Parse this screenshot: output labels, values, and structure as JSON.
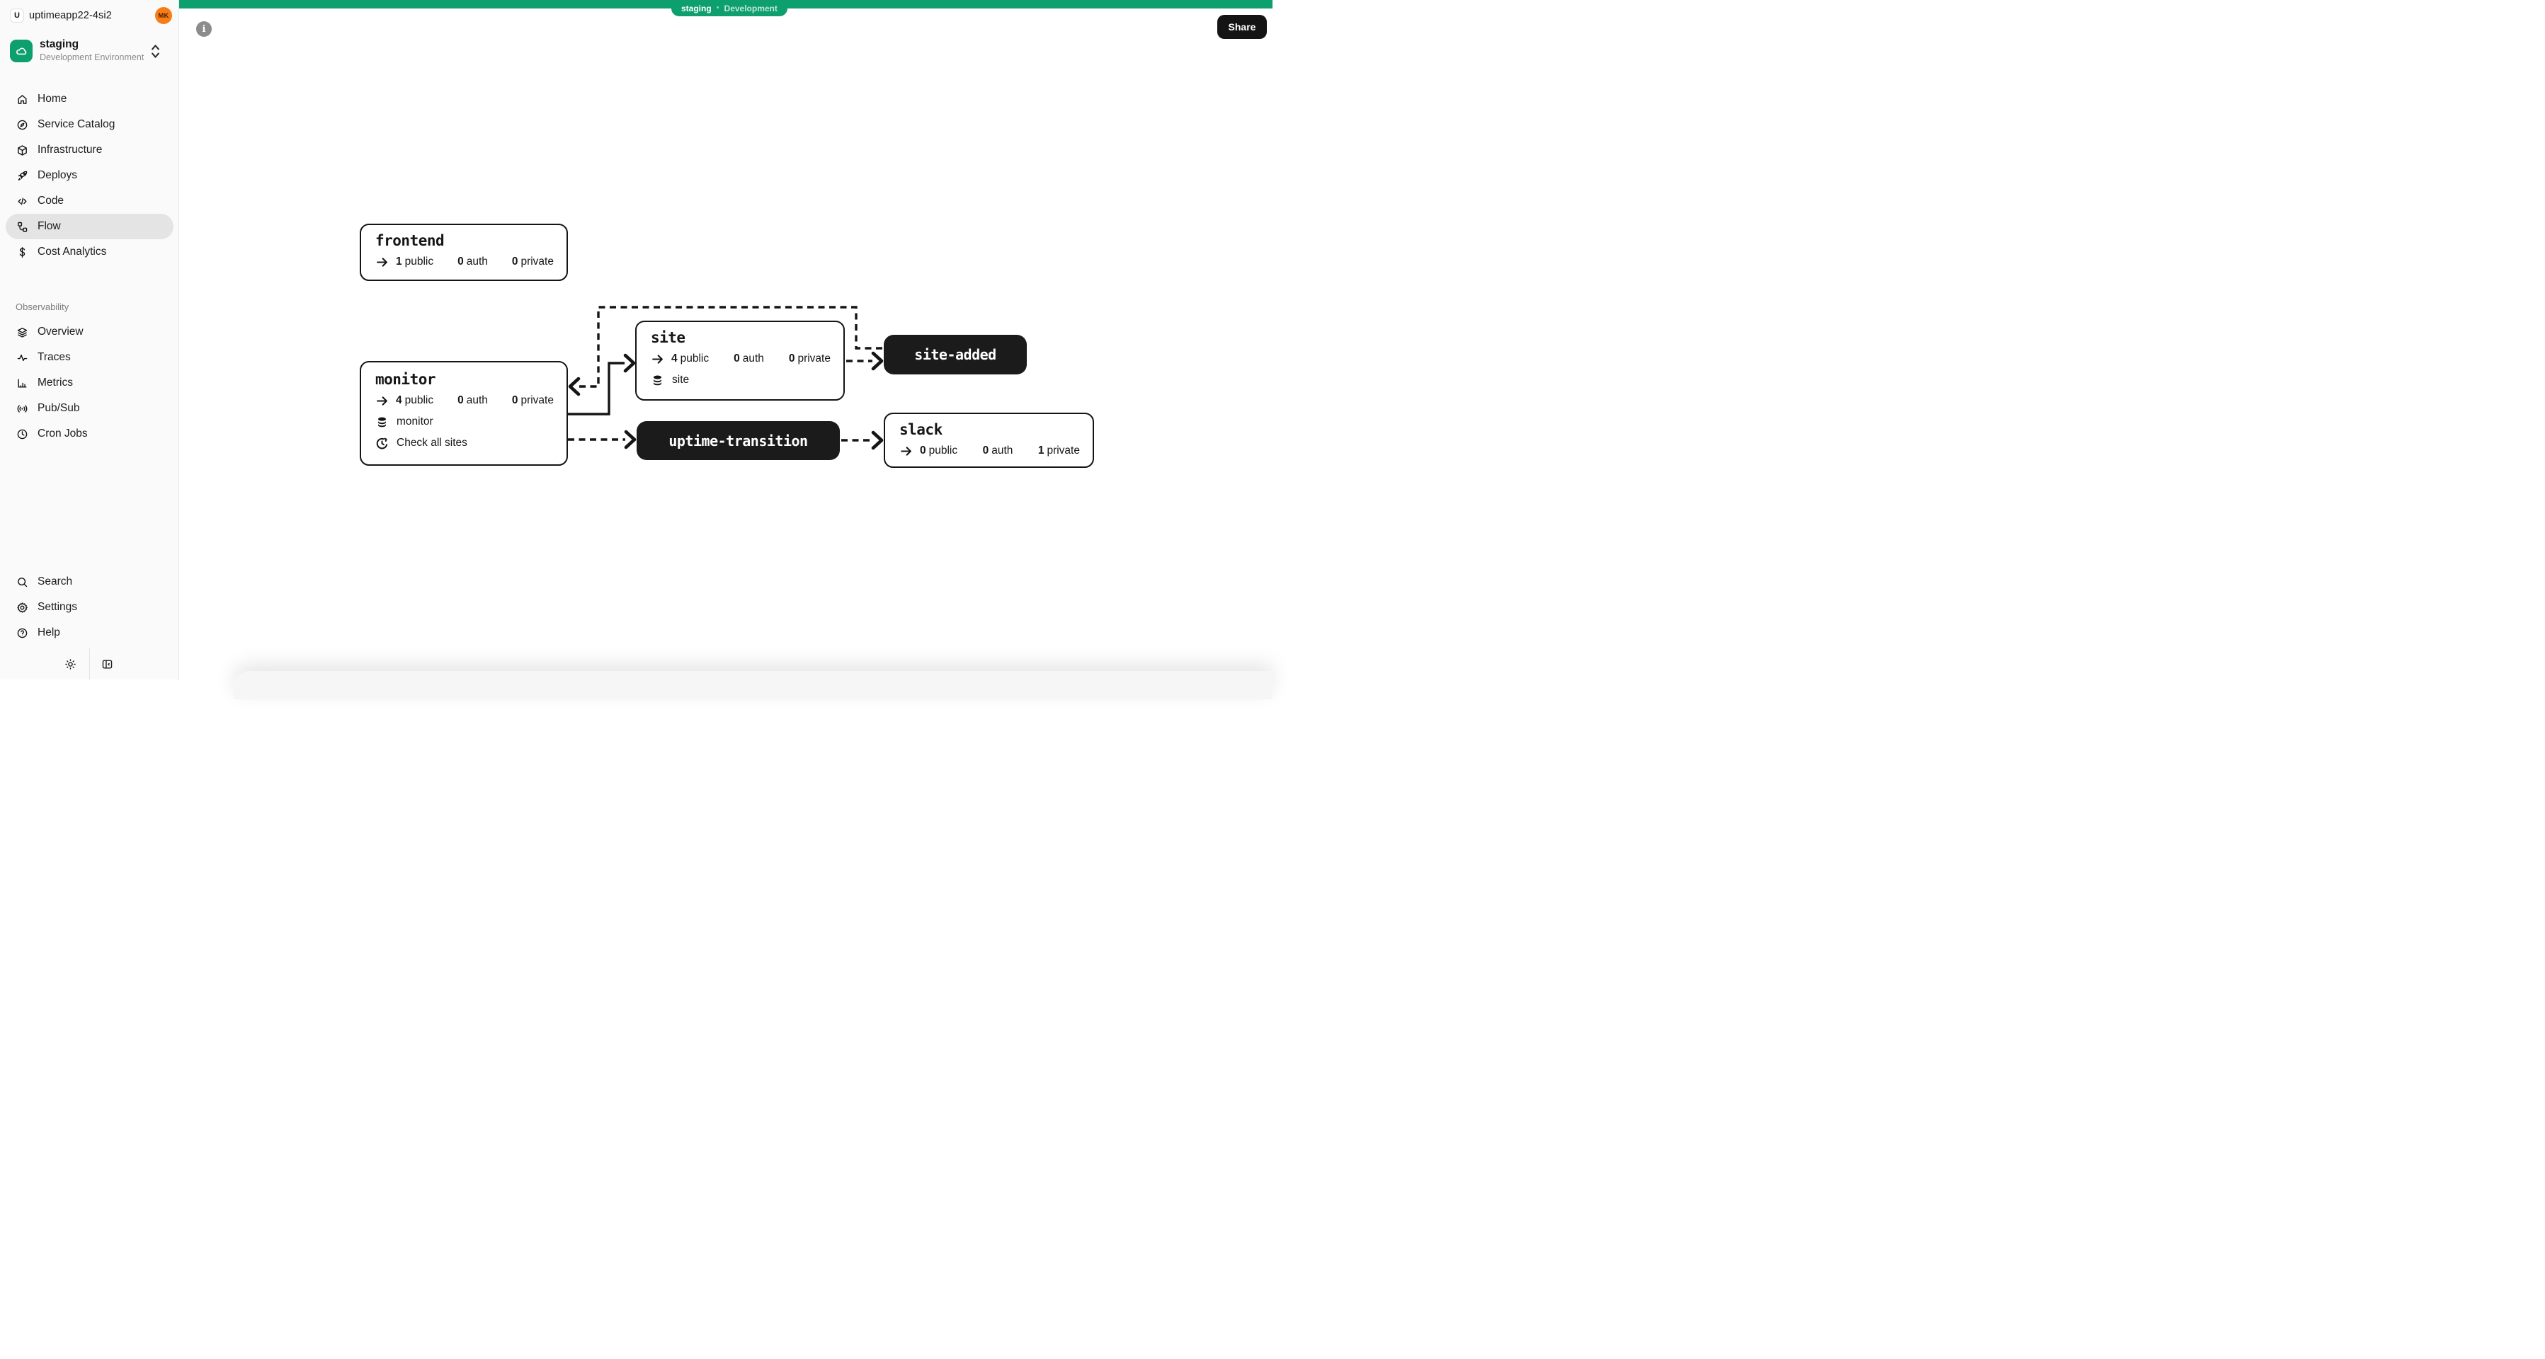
{
  "app": {
    "logo_letter": "U",
    "project_name": "uptimeapp22-4si2",
    "avatar_initials": "MK"
  },
  "environment": {
    "name": "staging",
    "type": "Development Environment"
  },
  "topbar": {
    "env_badge": {
      "name": "staging",
      "separator": "•",
      "type": "Development"
    },
    "info_glyph": "i",
    "share_label": "Share"
  },
  "sidebar": {
    "nav": [
      {
        "label": "Home",
        "icon": "home-icon"
      },
      {
        "label": "Service Catalog",
        "icon": "service-catalog-icon"
      },
      {
        "label": "Infrastructure",
        "icon": "infrastructure-icon"
      },
      {
        "label": "Deploys",
        "icon": "deploys-icon"
      },
      {
        "label": "Code",
        "icon": "code-icon"
      },
      {
        "label": "Flow",
        "icon": "flow-icon",
        "selected": true
      },
      {
        "label": "Cost Analytics",
        "icon": "cost-analytics-icon"
      }
    ],
    "section_label": "Observability",
    "observability": [
      {
        "label": "Overview",
        "icon": "overview-icon"
      },
      {
        "label": "Traces",
        "icon": "traces-icon"
      },
      {
        "label": "Metrics",
        "icon": "metrics-icon"
      },
      {
        "label": "Pub/Sub",
        "icon": "pubsub-icon"
      },
      {
        "label": "Cron Jobs",
        "icon": "cron-jobs-icon"
      }
    ],
    "footer": [
      {
        "label": "Search",
        "icon": "search-icon"
      },
      {
        "label": "Settings",
        "icon": "settings-icon"
      },
      {
        "label": "Help",
        "icon": "help-icon"
      }
    ]
  },
  "flow": {
    "stat_labels": {
      "public": "public",
      "auth": "auth",
      "private": "private"
    },
    "nodes": {
      "frontend": {
        "title": "frontend",
        "public": "1",
        "auth": "0",
        "private": "0"
      },
      "monitor": {
        "title": "monitor",
        "public": "4",
        "auth": "0",
        "private": "0",
        "database": "monitor",
        "cron_task": "Check all sites"
      },
      "site": {
        "title": "site",
        "public": "4",
        "auth": "0",
        "private": "0",
        "database": "site"
      },
      "site_added": {
        "title": "site-added"
      },
      "uptime_transition": {
        "title": "uptime-transition"
      },
      "slack": {
        "title": "slack",
        "public": "0",
        "auth": "0",
        "private": "1"
      }
    }
  },
  "colors": {
    "brand_green": "#0E9F6E",
    "avatar_orange": "#F97D16",
    "node_black": "#1B1B1B"
  }
}
